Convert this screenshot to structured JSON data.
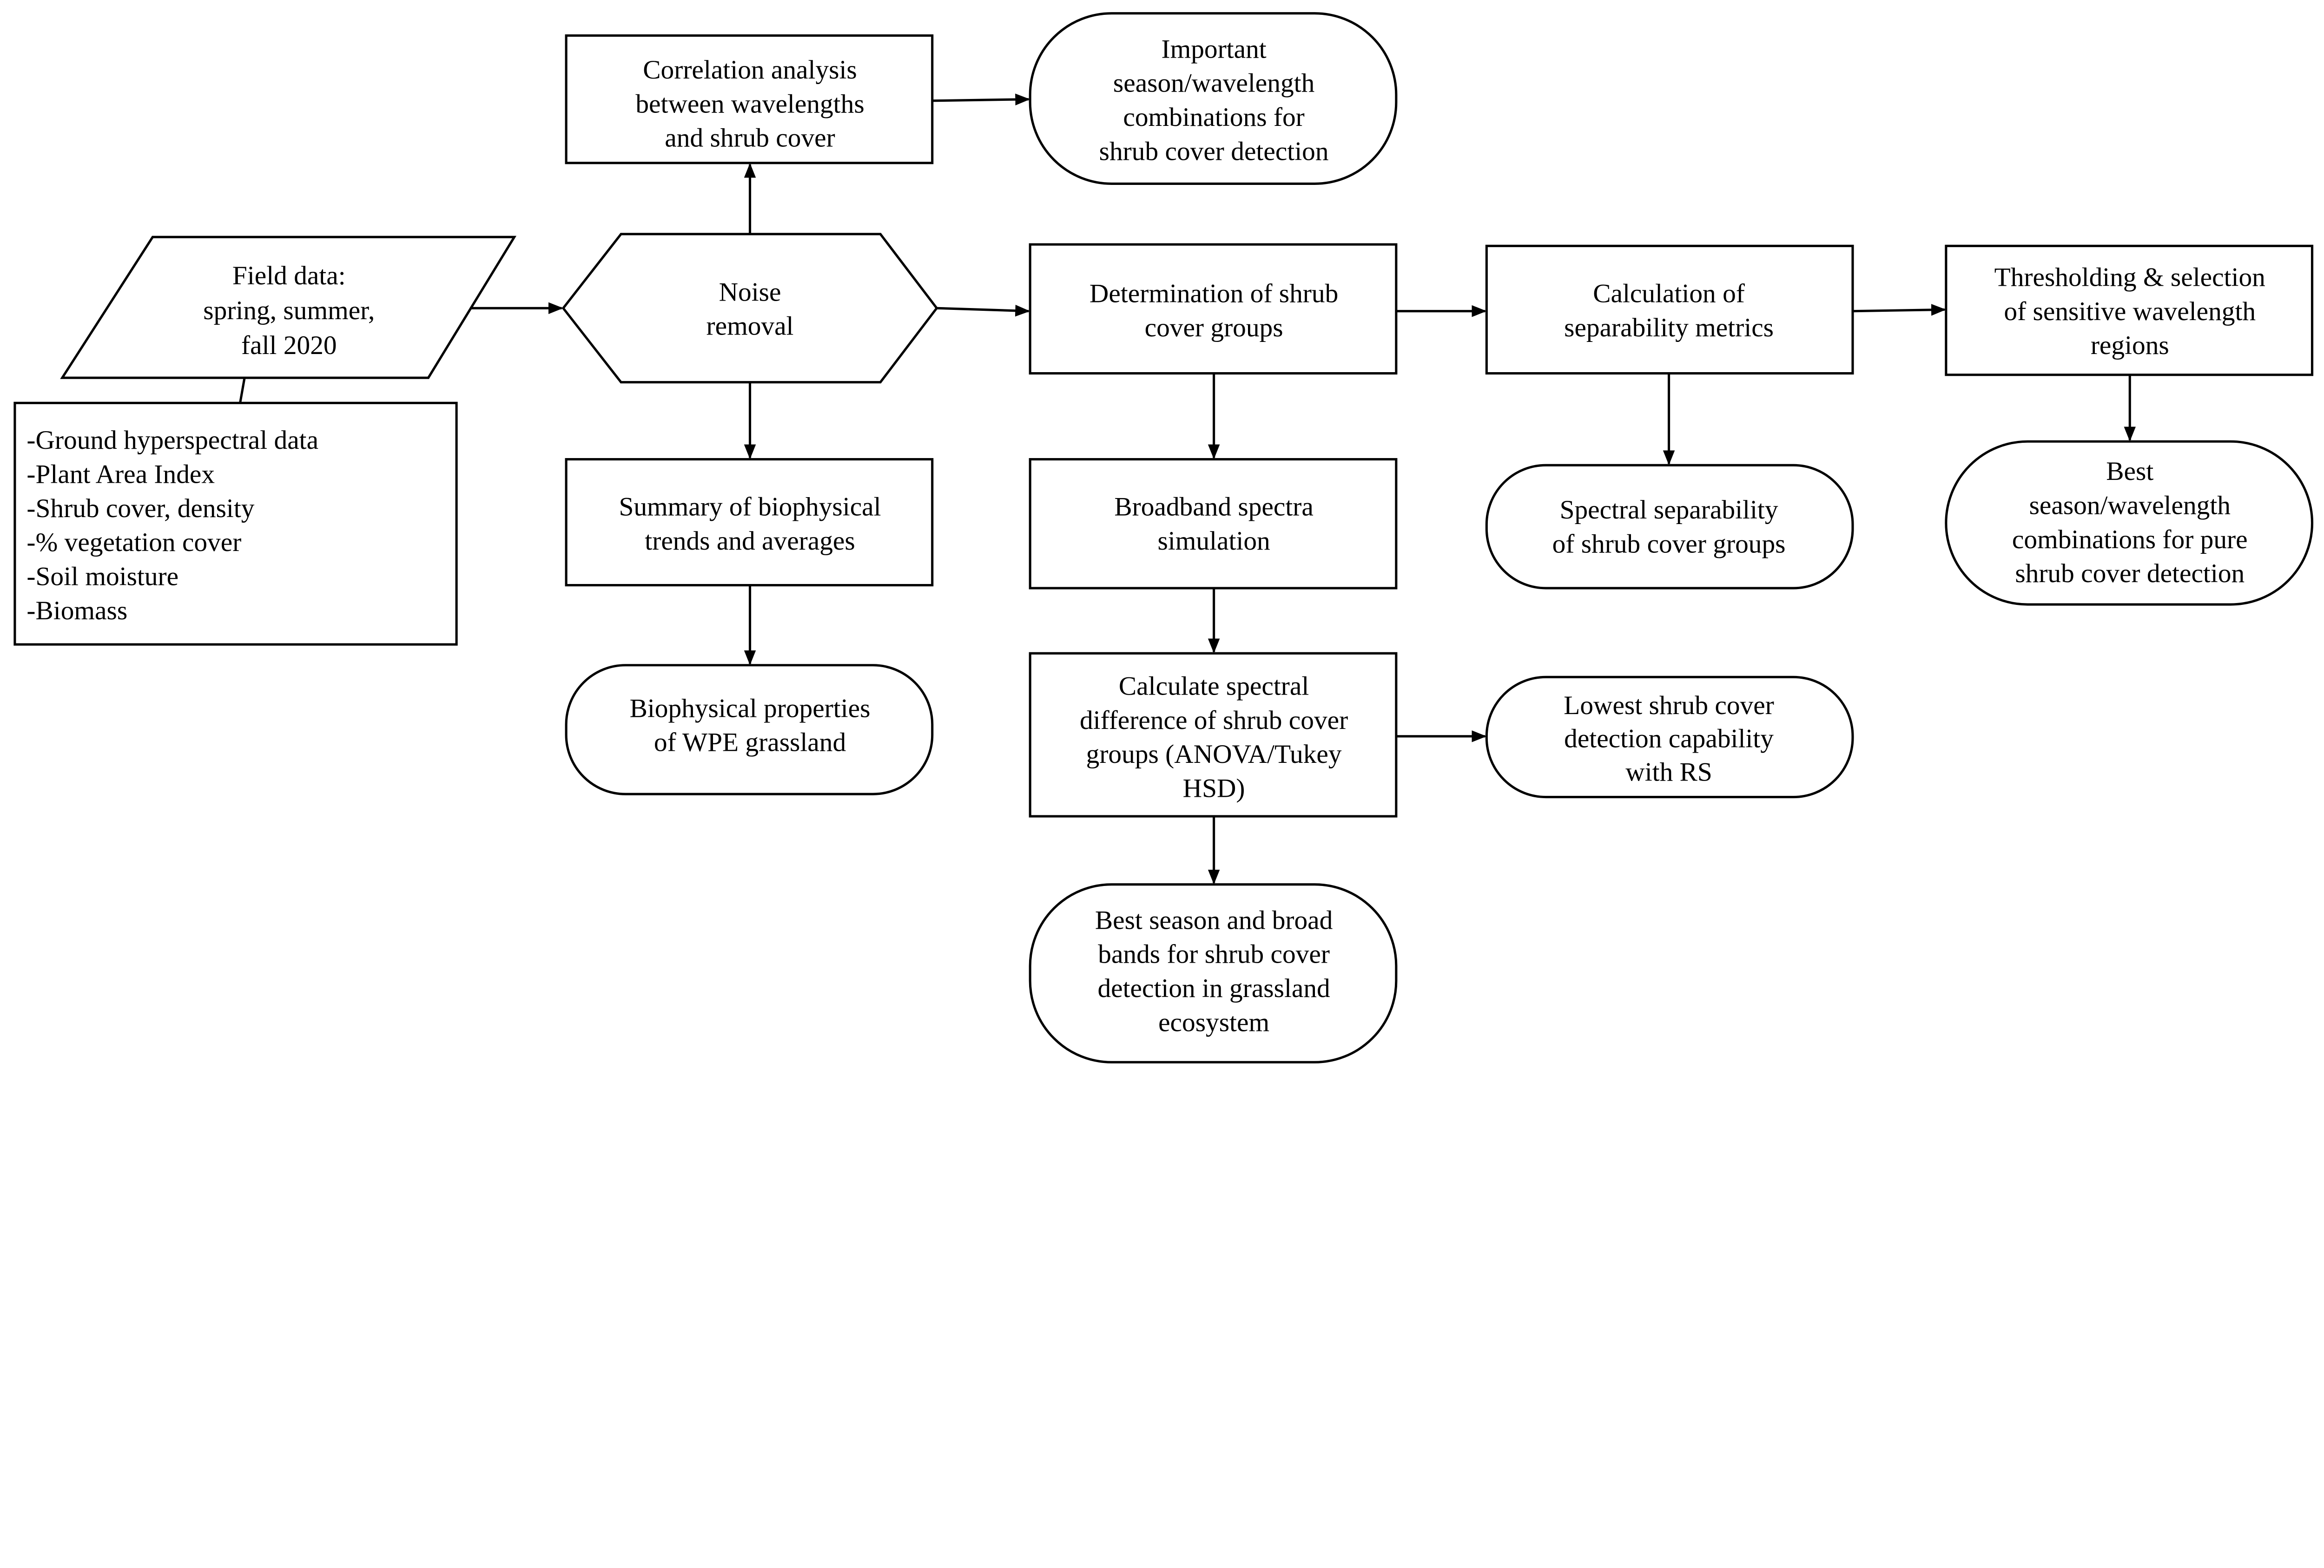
{
  "nodes": {
    "field_data": {
      "shape": "parallelogram",
      "lines": [
        "Field data:",
        "spring, summer,",
        "fall 2020"
      ]
    },
    "field_list": {
      "shape": "rectangle",
      "lines": [
        "-Ground hyperspectral data",
        "-Plant Area Index",
        "-Shrub cover, density",
        "-% vegetation cover",
        "-Soil moisture",
        "-Biomass"
      ]
    },
    "noise_removal": {
      "shape": "hexagon",
      "lines": [
        "Noise",
        "removal"
      ]
    },
    "correlation": {
      "shape": "rectangle",
      "lines": [
        "Correlation analysis",
        "between wavelengths",
        "and shrub cover"
      ]
    },
    "important_combos": {
      "shape": "rounded",
      "lines": [
        "Important",
        "season/wavelength",
        "combinations for",
        "shrub cover detection"
      ]
    },
    "summary": {
      "shape": "rectangle",
      "lines": [
        "Summary of biophysical",
        "trends and averages"
      ]
    },
    "biophysical": {
      "shape": "rounded",
      "lines": [
        "Biophysical properties",
        "of WPE grassland"
      ]
    },
    "determination": {
      "shape": "rectangle",
      "lines": [
        "Determination of shrub",
        "cover groups"
      ]
    },
    "broadband": {
      "shape": "rectangle",
      "lines": [
        "Broadband spectra",
        "simulation"
      ]
    },
    "calc_difference": {
      "shape": "rectangle",
      "lines": [
        "Calculate spectral",
        "difference of shrub cover",
        "groups (ANOVA/Tukey",
        "HSD)"
      ]
    },
    "lowest": {
      "shape": "rounded",
      "lines": [
        "Lowest shrub cover",
        "detection capability",
        "with RS"
      ]
    },
    "best_broad": {
      "shape": "rounded",
      "lines": [
        "Best season and broad",
        "bands for shrub cover",
        "detection in grassland",
        "ecosystem"
      ]
    },
    "separability": {
      "shape": "rectangle",
      "lines": [
        "Calculation of",
        "separability metrics"
      ]
    },
    "spectral_sep": {
      "shape": "rounded",
      "lines": [
        "Spectral separability",
        "of shrub cover groups"
      ]
    },
    "thresholding": {
      "shape": "rectangle",
      "lines": [
        "Thresholding & selection",
        "of sensitive wavelength",
        "regions"
      ]
    },
    "best_pure": {
      "shape": "rounded",
      "lines": [
        "Best",
        "season/wavelength",
        "combinations for pure",
        "shrub cover detection"
      ]
    }
  }
}
